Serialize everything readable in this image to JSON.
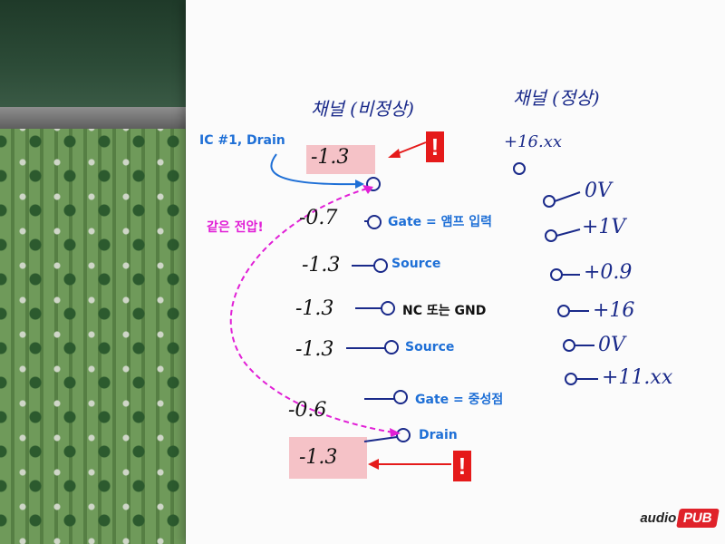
{
  "annotations": {
    "ic_drain_label": "IC #1, Drain",
    "same_voltage_label": "같은 전압!",
    "pins": [
      {
        "label": "Gate = 앰프 입력",
        "color": "#1e6fd6"
      },
      {
        "label": "Source",
        "color": "#1e6fd6"
      },
      {
        "label": "NC 또는 GND",
        "color": "#111111"
      },
      {
        "label": "Source",
        "color": "#1e6fd6"
      },
      {
        "label": "Gate = 중성점",
        "color": "#1e6fd6"
      },
      {
        "label": "Drain",
        "color": "#1e6fd6"
      }
    ],
    "warning_mark": "!"
  },
  "handwriting": {
    "left_title": "채널 (비정상)",
    "right_title": "채널 (정상)",
    "left_values": [
      "-1.3",
      "-0.7",
      "-1.3",
      "-1.3",
      "-1.3",
      "-0.6",
      "-1.3"
    ],
    "right_values": [
      "+16.xx",
      "0V",
      "+1V",
      "+0.9",
      "+16",
      "0V",
      "+11.xx"
    ]
  },
  "logo": {
    "part1": "audio",
    "part2": "PUB"
  },
  "colors": {
    "highlight": "#f3b7bd",
    "arrow_red": "#e51a1a",
    "dash_magenta": "#e11fd6",
    "ink": "#1a2a8a"
  }
}
